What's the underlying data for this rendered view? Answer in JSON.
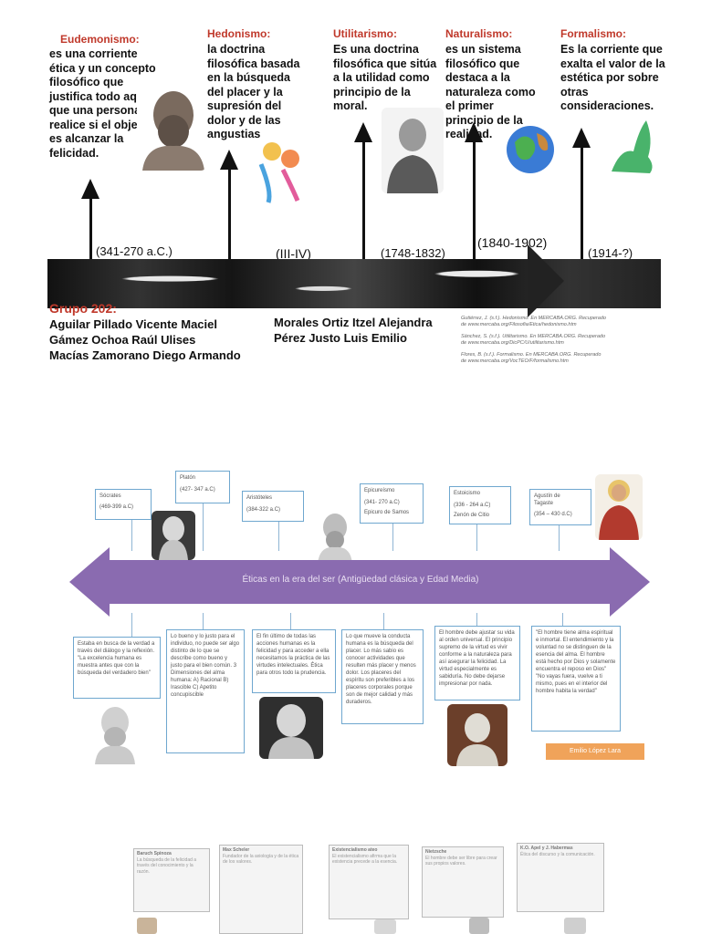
{
  "timeline1": {
    "entries": [
      {
        "title": "Eudemonismo:",
        "text": "es una corriente ética y un concepto filosófico que justifica todo aquello que una persona realice si el objetivo es alcanzar la felicidad.",
        "date": "(341-270 a.C.)"
      },
      {
        "title": "Hedonismo:",
        "text": "la doctrina filosófica basada en la búsqueda del placer y la supresión del dolor y de las angustias",
        "date": "(III-IV)"
      },
      {
        "title": "Utilitarismo:",
        "text": "Es una doctrina filosófica que sitúa a la utilidad como principio de la moral.",
        "date": "(1748-1832)"
      },
      {
        "title": "Naturalismo:",
        "text": "es un sistema filosófico que destaca a la naturaleza como el primer principio de la realidad.",
        "date": "(1840-1902)"
      },
      {
        "title": "Formalismo:",
        "text": "Es la corriente que exalta el valor de la estética por sobre otras consideraciones.",
        "date": "(1914-?)"
      }
    ],
    "group_label": "Grupo 202:",
    "members_left": [
      "Aguilar Pillado Vicente Maciel",
      "Gámez Ochoa Raúl Ulises",
      "Macías Zamorano Diego Armando"
    ],
    "members_right": [
      "Morales Ortiz Itzel Alejandra",
      "Pérez Justo Luis Emilio"
    ],
    "references": [
      "Gutiérrez, J. (s.f.). Hedonismo. En MERCABA.ORG. Recuperado de www.mercaba.org/Filosofia/Etica/hedonismo.htm",
      "Sánchez, S. (s.f.). Utilitarismo. En MERCABA.ORG. Recuperado de www.mercaba.org/DicPC/U/utilitarismo.htm",
      "Flores, B. (s.f.). Formalismo. En MERCABA.ORG. Recuperado de www.mercaba.org/VocTEO/F/formalismo.htm"
    ]
  },
  "timeline2": {
    "bar_label": "Éticas en la era del ser (Antigüedad clásica y Edad Media)",
    "top_boxes": [
      {
        "lines": [
          "Sócrates",
          "(469-399 a.C)"
        ]
      },
      {
        "lines": [
          "Platón",
          "(427- 347 a.C)"
        ]
      },
      {
        "lines": [
          "Aristóteles",
          "(384-322 a.C)"
        ]
      },
      {
        "lines": [
          "Epicureísmo",
          "(341- 270 a.C)",
          "Epicuro de Samos"
        ]
      },
      {
        "lines": [
          "Estoicismo",
          "(336 - 264 a.C)",
          "Zenón de Citio"
        ]
      },
      {
        "lines": [
          "Agustín de Tagaste",
          "(354 – 430 d.C)"
        ]
      }
    ],
    "bottom_boxes": [
      {
        "text": "Estaba en busca de la verdad a través del diálogo y la reflexión. \"La excelencia humana es muestra antes que con la búsqueda del verdadero bien\""
      },
      {
        "text": "Lo bueno y lo justo para el individuo, no puede ser algo distinto de lo que se describe como bueno y justo para el bien común. 3 Dimensiones del alma humana: A) Racional B) Irascible C) Apetito concupiscible"
      },
      {
        "text": "El fin último de todas las acciones humanas es la felicidad y para acceder a ella necesitamos la práctica de las virtudes intelectuales. Ética para otros todo la prudencia."
      },
      {
        "text": "Lo que mueve la conducta humana es la búsqueda del placer. Lo más sabio es conocer actividades que resulten más placer y menos dolor. Los placeres del espíritu son preferibles a los placeres corporales porque son de mejor calidad y más duraderos."
      },
      {
        "text": "El hombre debe ajustar su vida al orden universal. El principio supremo de la virtud es vivir conforme a la naturaleza para así asegurar la felicidad. La virtud especialmente es sabiduría. No debe dejarse impresionar por nada."
      },
      {
        "text": "\"El hombre tiene alma espiritual e inmortal. El entendimiento y la voluntad no se distinguen de la esencia del alma. El hombre está hecho por Dios y solamente encuentra el reposo en Dios\" \"No vayas fuera, vuelve a ti mismo, pues en el interior del hombre habita la verdad\""
      }
    ],
    "author": "Emilio López Lara"
  },
  "timeline3": {
    "boxes": [
      {
        "title": "Baruch Spinoza",
        "text": "La búsqueda de la felicidad a través del conocimiento y la razón."
      },
      {
        "title": "Max Scheler",
        "text": "Fundador de la axiología y de la ética de los valores."
      },
      {
        "title": "Existencialismo ateo",
        "text": "El existencialismo afirma que la existencia precede a la esencia."
      },
      {
        "title": "Nietzsche",
        "text": "El hombre debe ser libre para crear sus propios valores."
      },
      {
        "title": "K.O. Apel y J. Habermas",
        "text": "Ética del discurso y la comunicación."
      }
    ]
  },
  "colors": {
    "accent_red": "#c0392b",
    "bar_purple": "#8a6bb0",
    "box_blue": "#6fa7cf",
    "author_orange": "#f0a35a"
  }
}
